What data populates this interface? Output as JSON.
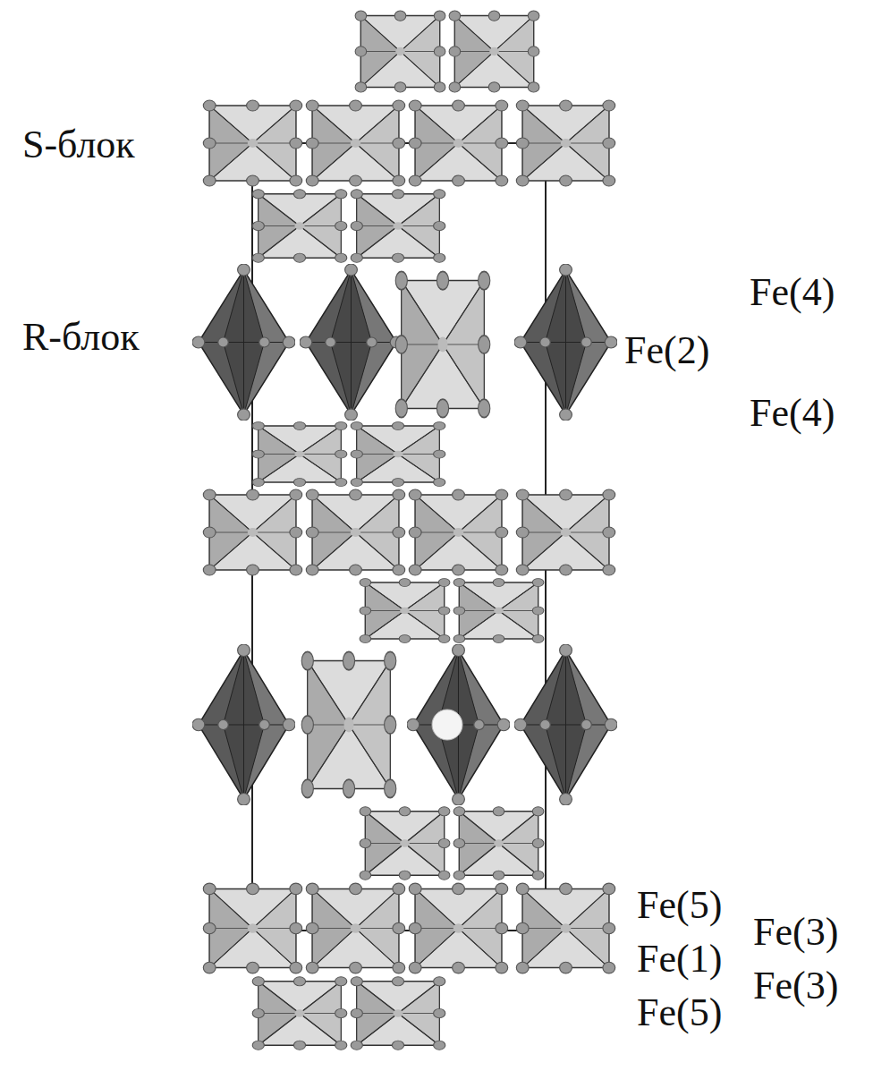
{
  "diagram": {
    "labels": [
      "S-блок",
      "R-блок",
      "Fe(4)",
      "Fe(2)",
      "Fe(4)",
      "Fe(5)",
      "Fe(1)",
      "Fe(5)",
      "Fe(3)",
      "Fe(3)"
    ]
  }
}
